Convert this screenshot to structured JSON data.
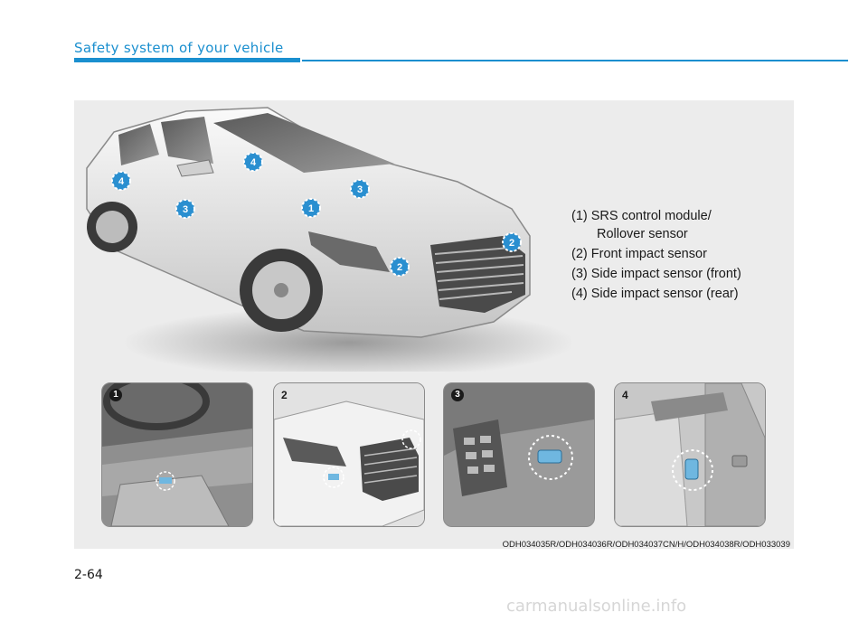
{
  "header": {
    "title": "Safety system of your vehicle"
  },
  "legend": [
    {
      "num": "(1)",
      "text": "SRS control module/",
      "cont": "Rollover sensor"
    },
    {
      "num": "(2)",
      "text": "Front impact sensor"
    },
    {
      "num": "(3)",
      "text": "Side impact sensor (front)"
    },
    {
      "num": "(4)",
      "text": "Side impact sensor (rear)"
    }
  ],
  "hero_markers": [
    "1",
    "2",
    "2",
    "3",
    "3",
    "4",
    "4"
  ],
  "thumbnails": [
    {
      "num": "1"
    },
    {
      "num": "2"
    },
    {
      "num": "3"
    },
    {
      "num": "4"
    }
  ],
  "image_code": "ODH034035R/ODH034036R/ODH034037CN/H/ODH034038R/ODH033039",
  "page": {
    "number": "2-64"
  },
  "watermark": "carmanualsonline.info",
  "colors": {
    "accent": "#1a8fcf",
    "panel": "#ececec",
    "marker": "#2a8fd0"
  }
}
